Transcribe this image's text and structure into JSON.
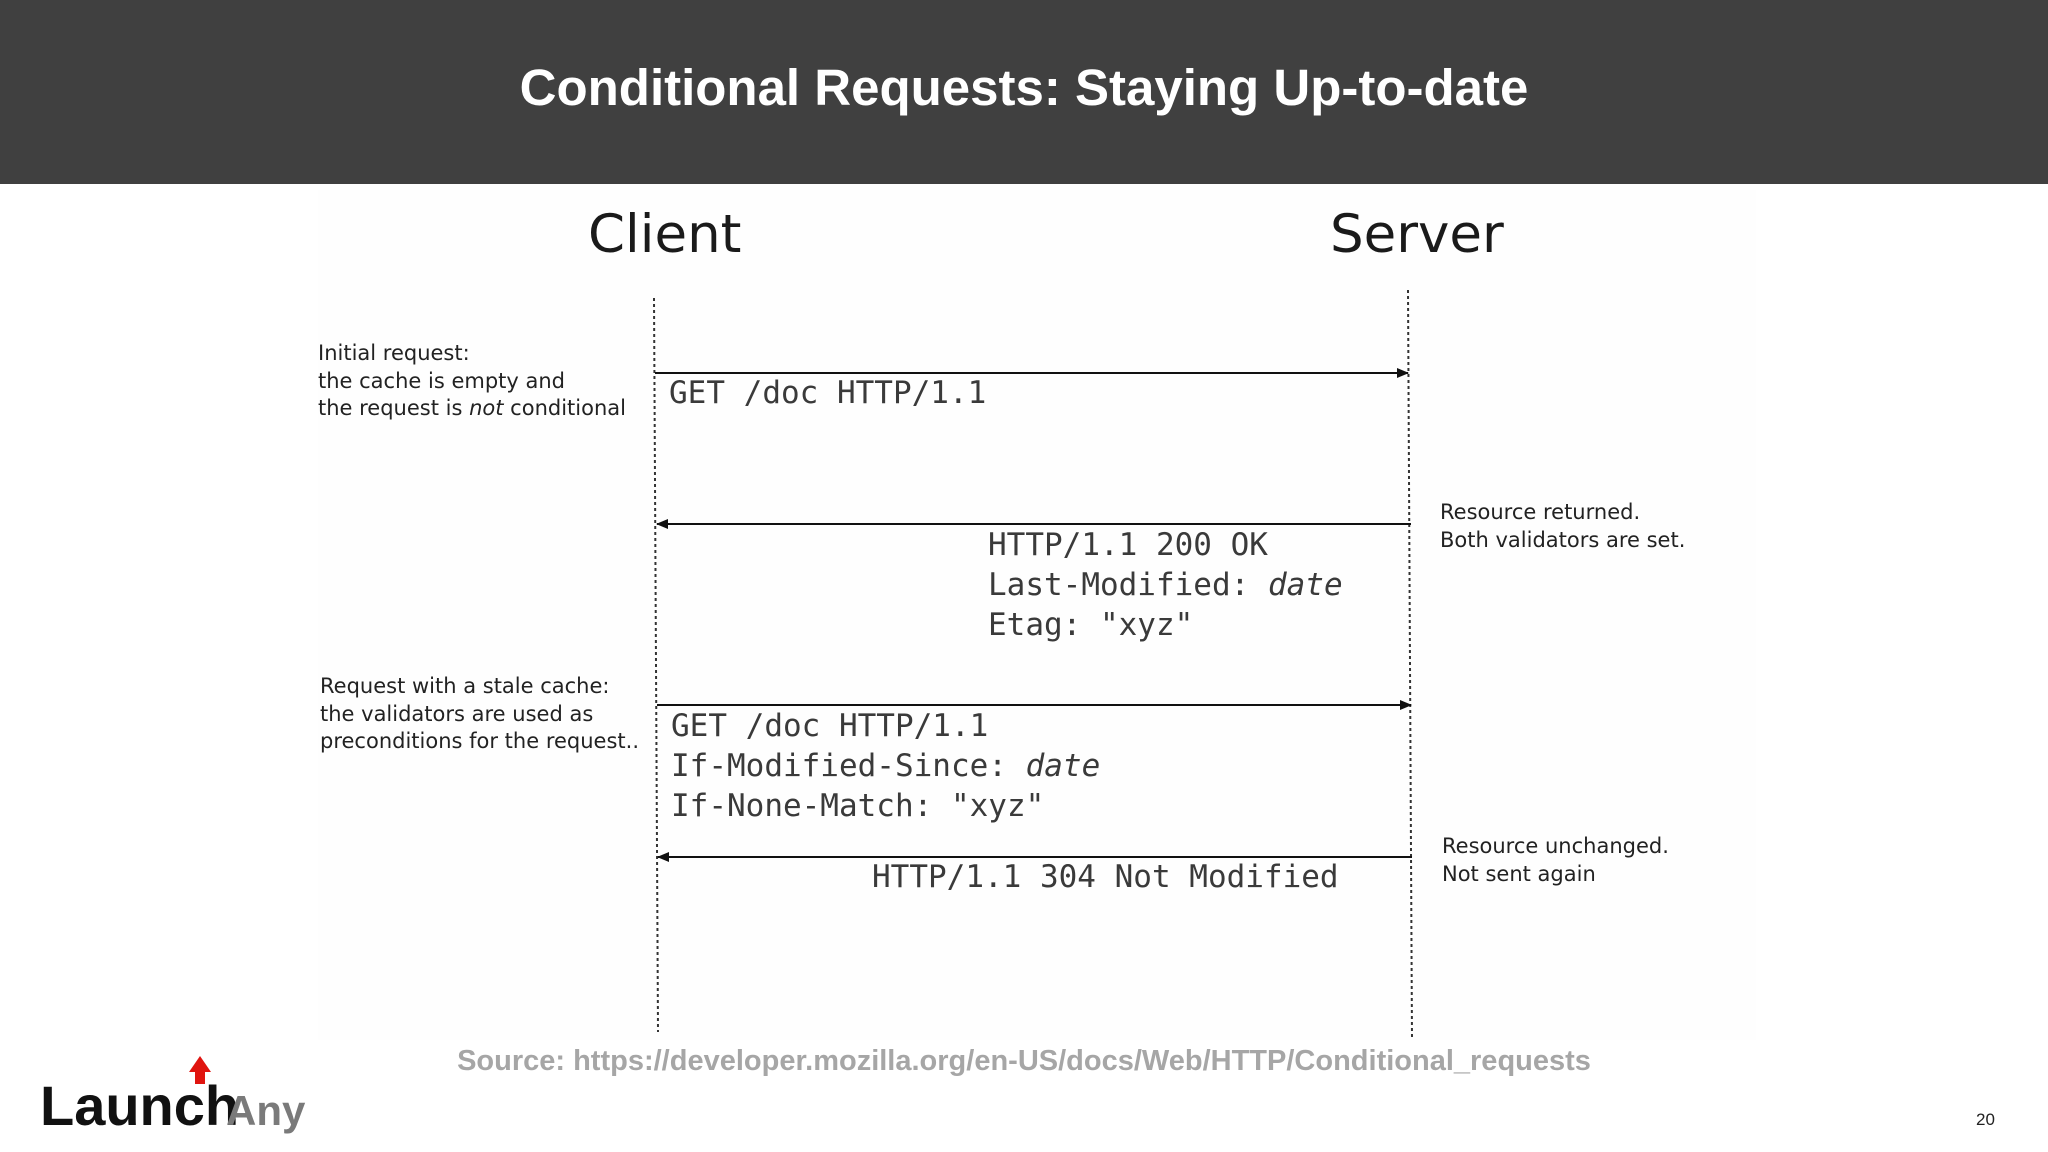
{
  "slide": {
    "title": "Conditional Requests: Staying Up-to-date",
    "page_number": "20",
    "source": "Source: https://developer.mozilla.org/en-US/docs/Web/HTTP/Conditional_requests"
  },
  "logo": {
    "text_main": "Launch",
    "text_sub": "Any",
    "accent_color": "#e0140f"
  },
  "diagram": {
    "actors": {
      "client": "Client",
      "server": "Server"
    },
    "notes": {
      "initial": {
        "line1": "Initial request:",
        "line2": "the cache is empty and",
        "line3_pre": "the request is ",
        "line3_em": "not",
        "line3_post": " conditional"
      },
      "returned": {
        "line1": "Resource returned.",
        "line2": "Both validators are set."
      },
      "stale": {
        "line1": "Request with a stale cache:",
        "line2": "the validators are used as",
        "line3": "preconditions for the request.."
      },
      "unchanged": {
        "line1": "Resource  unchanged.",
        "line2": "Not sent again"
      }
    },
    "messages": {
      "get1": "GET /doc HTTP/1.1",
      "resp200": {
        "status": "HTTP/1.1 200 OK",
        "lm_label": "Last-Modified: ",
        "lm_value": "date",
        "etag": "Etag: \"xyz\""
      },
      "get2": {
        "line1": "GET /doc HTTP/1.1",
        "ims_label": "If-Modified-Since: ",
        "ims_value": "date",
        "inm": "If-None-Match: \"xyz\""
      },
      "resp304": "HTTP/1.1 304 Not Modified"
    }
  }
}
